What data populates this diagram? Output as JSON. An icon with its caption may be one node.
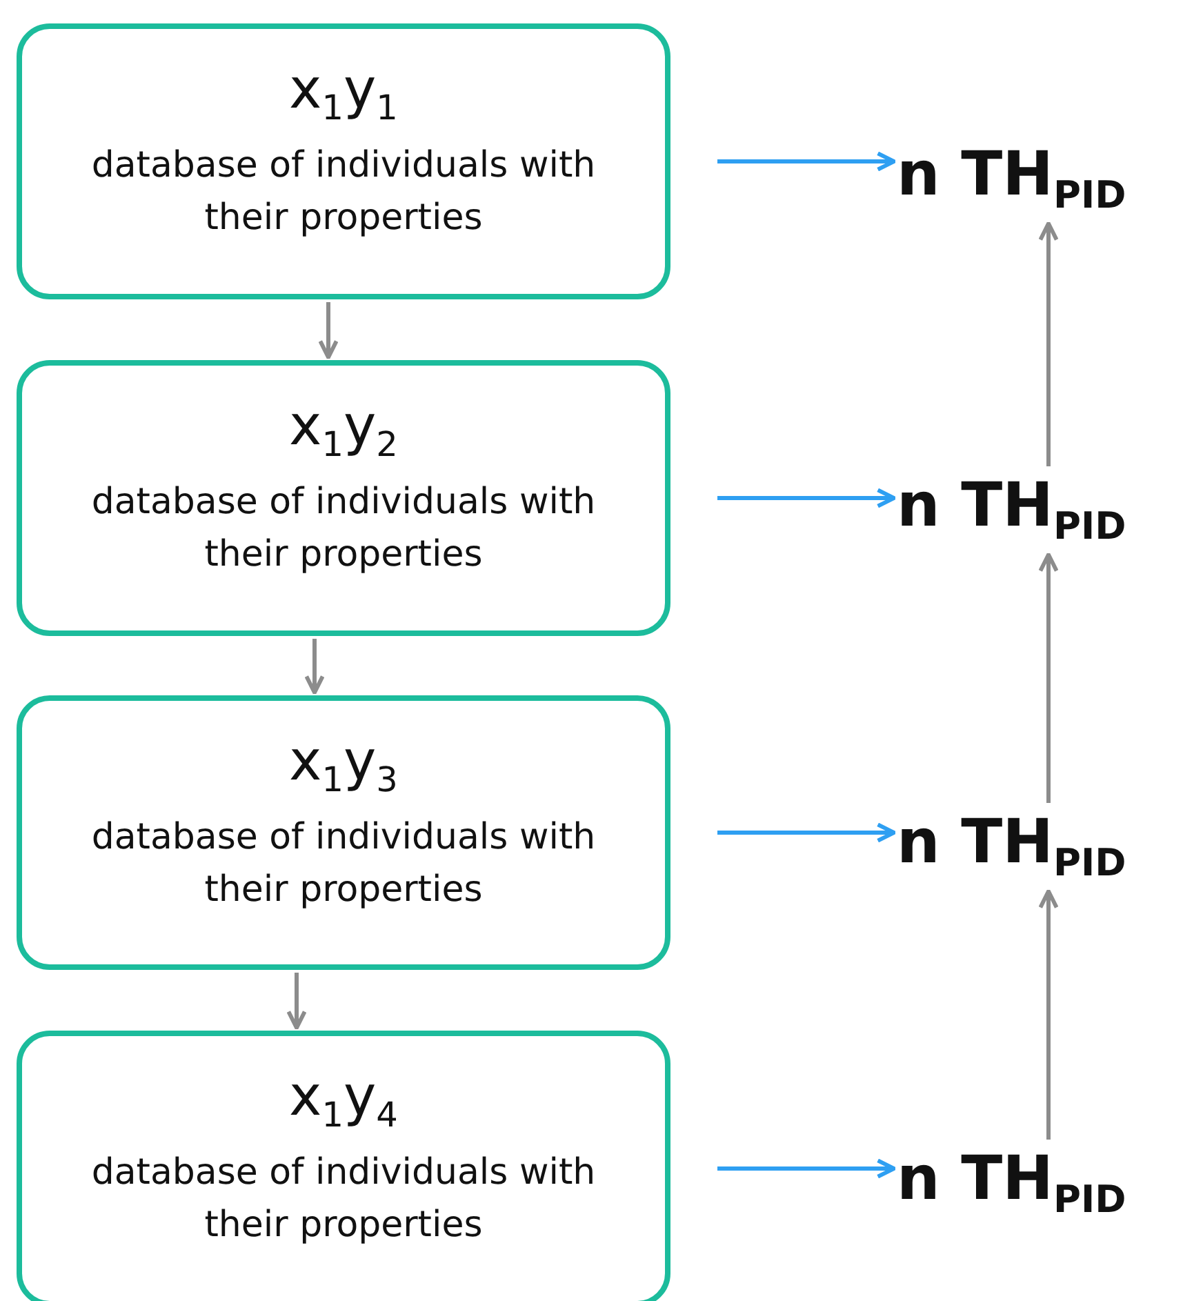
{
  "diagram": {
    "nodes": [
      {
        "text": [
          "x$_{1}$y$_{1}$",
          "database of individuals with their properties"
        ]
      },
      {
        "text": [
          "x$_{1}$y$_{2}$",
          "database of individuals with their properties"
        ]
      },
      {
        "text": [
          "x$_{1}$y$_{3}$",
          "database of individuals with their properties"
        ]
      },
      {
        "text": [
          "x$_{1}$y$_{4}$",
          "database of individuals with their properties"
        ]
      },
      {
        "text": [
          "n TH$_{PID}$"
        ]
      },
      {
        "text": [
          "n TH$_{PID}$"
        ]
      },
      {
        "text": [
          "n TH$_{PID}$"
        ]
      },
      {
        "text": [
          "n TH$_{PID}$"
        ]
      }
    ],
    "edges": [
      {
        "from": 0,
        "to": 1,
        "arrow": "to"
      },
      {
        "from": 1,
        "to": 2,
        "arrow": "to"
      },
      {
        "from": 2,
        "to": 3,
        "arrow": "to"
      },
      {
        "from": 0,
        "to": 4,
        "arrow": "to",
        "color": "#2e9ff2"
      },
      {
        "from": 1,
        "to": 5,
        "arrow": "to",
        "color": "#2e9ff2"
      },
      {
        "from": 2,
        "to": 6,
        "arrow": "to",
        "color": "#2e9ff2"
      },
      {
        "from": 3,
        "to": 7,
        "arrow": "to",
        "color": "#2e9ff2"
      },
      {
        "from": 5,
        "to": 4,
        "arrow": "to"
      },
      {
        "from": 6,
        "to": 5,
        "arrow": "to"
      },
      {
        "from": 7,
        "to": 6,
        "arrow": "to"
      }
    ]
  }
}
